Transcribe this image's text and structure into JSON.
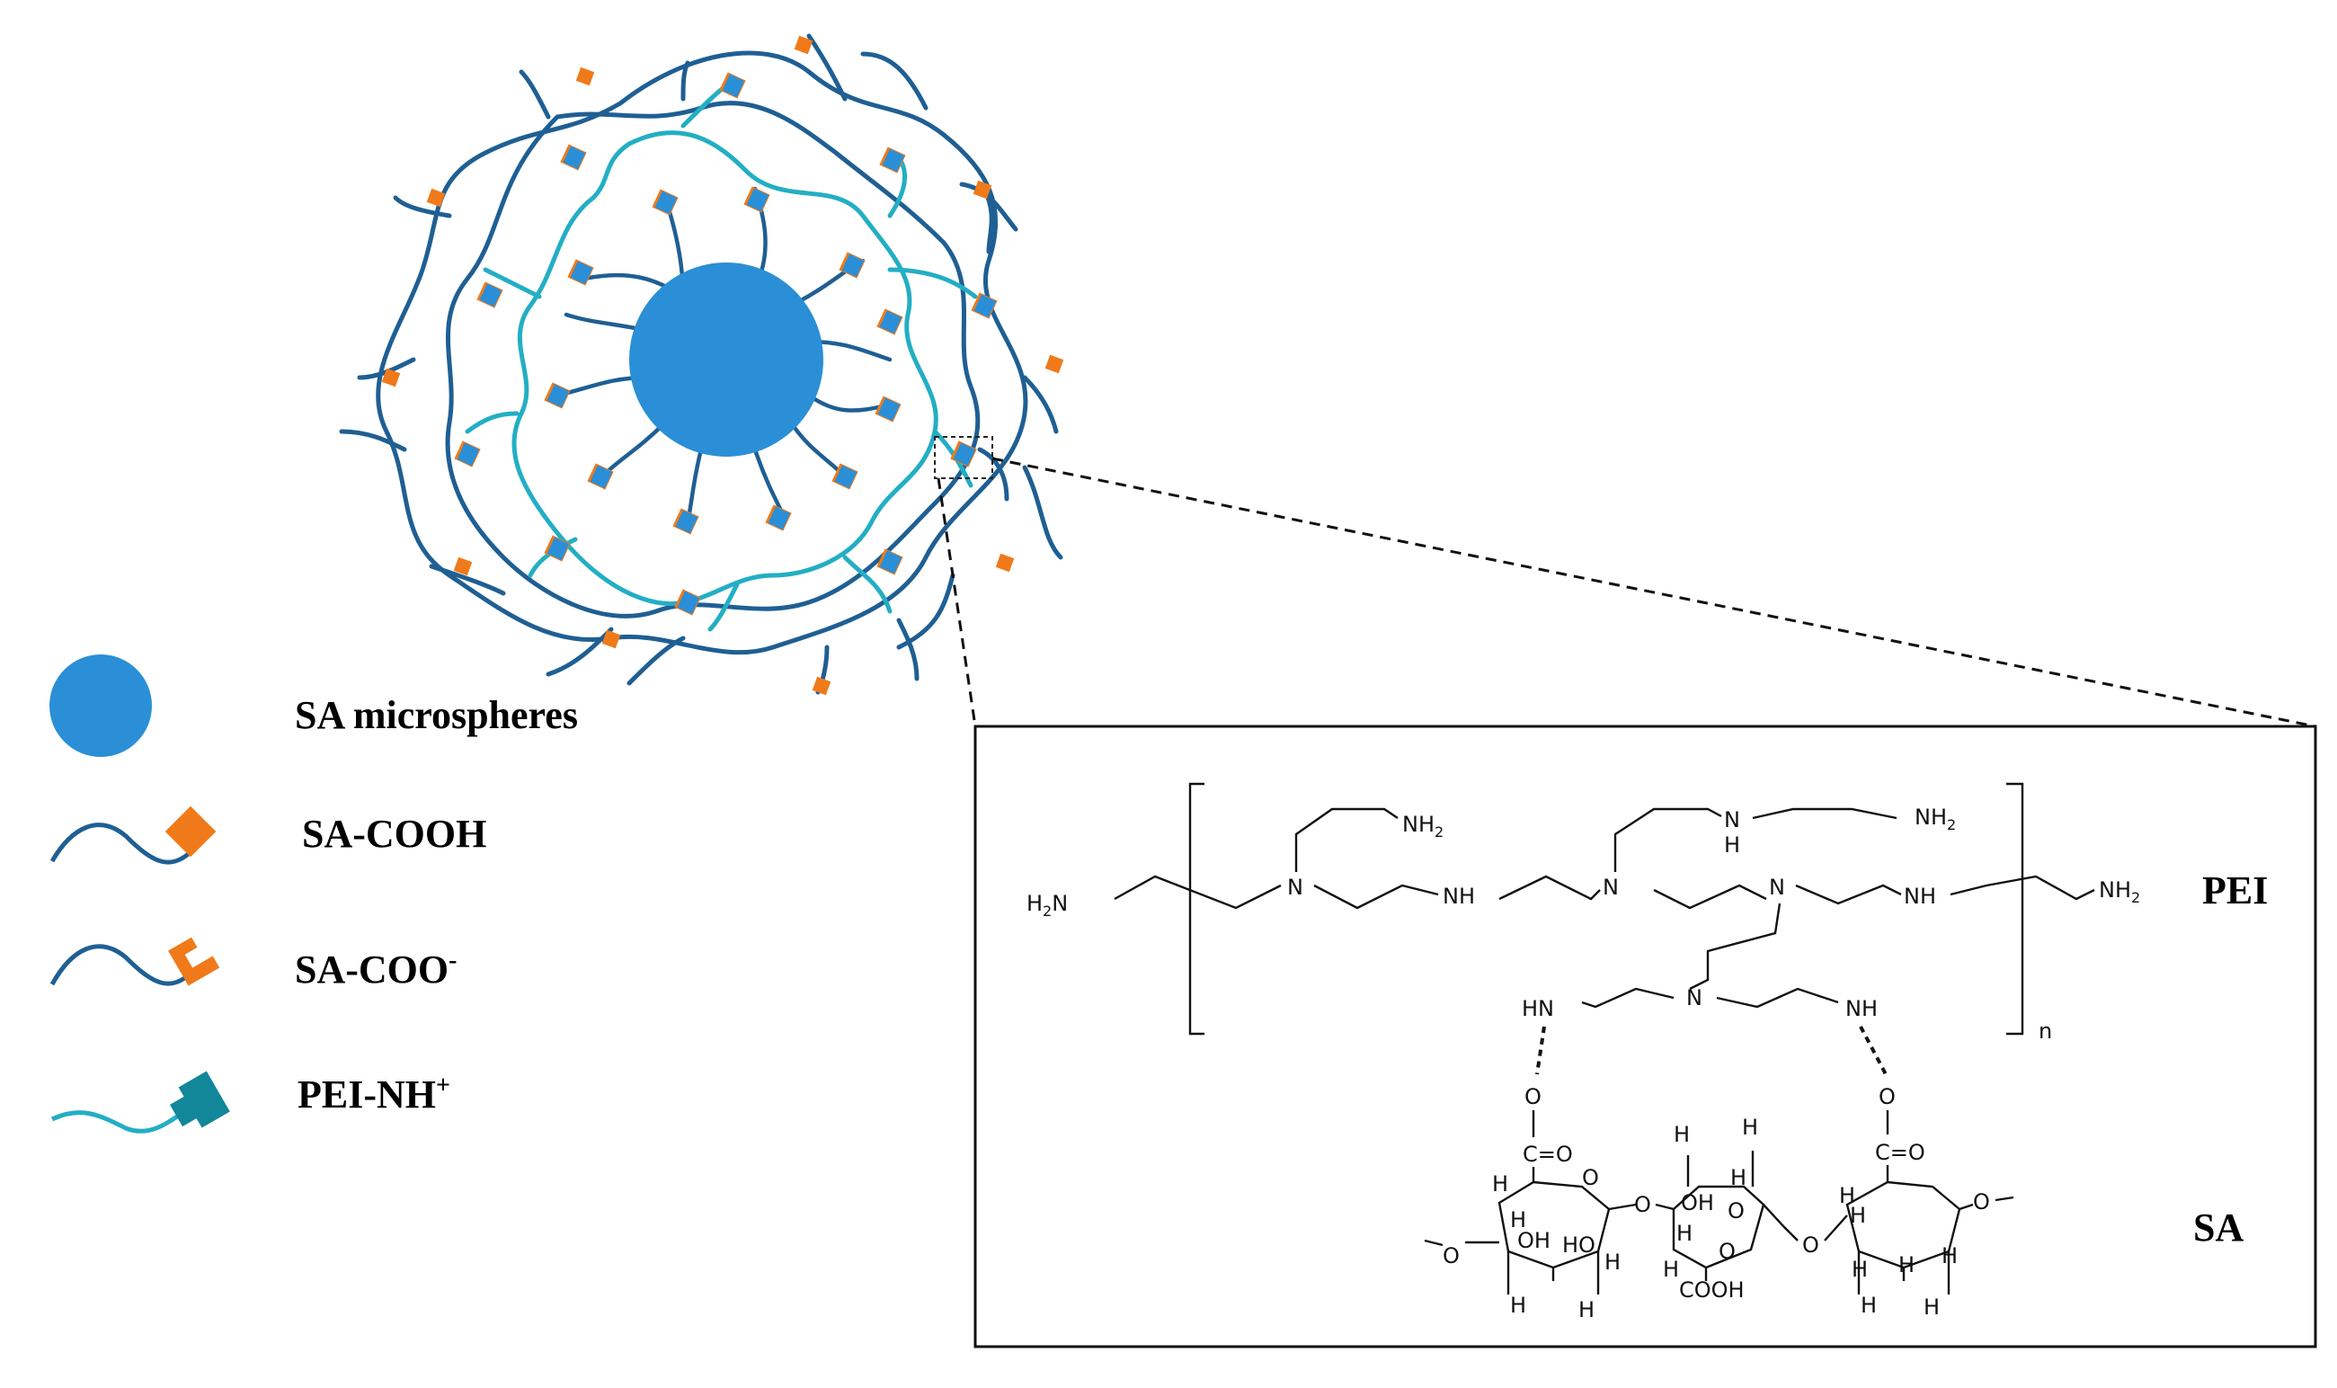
{
  "legend": {
    "items": [
      {
        "label": "SA microspheres",
        "icon": "blue-circle-icon"
      },
      {
        "label": "SA-COOH",
        "icon": "wavy-line-orange-diamond-icon"
      },
      {
        "label": "SA-COO",
        "sup": "-",
        "icon": "wavy-line-orange-hook-icon"
      },
      {
        "label": "PEI-NH",
        "sup": "+",
        "icon": "cyan-line-teal-node-icon"
      }
    ]
  },
  "structure": {
    "pei_label": "PEI",
    "sa_label": "SA",
    "repeat_index": "n",
    "pei_groups": {
      "h2n": "H2N",
      "nh2_a": "NH2",
      "nh2_b": "NH2",
      "nh2_c": "NH2",
      "n1": "N",
      "nh1": "NH",
      "n2": "N",
      "nh_top": "N",
      "nh_top_h": "H",
      "n3": "N",
      "nh2": "NH",
      "n4": "N",
      "hn_left": "HN",
      "nh_right": "NH"
    },
    "sa_groups": {
      "o_left": "O",
      "co_left": "C=O",
      "o_right": "O",
      "co_right": "C=O",
      "oh1": "OH",
      "ho1": "HO",
      "oh2": "OH",
      "cooh": "COOH",
      "ring_o1": "O",
      "ring_o2": "O",
      "ring_o3": "O",
      "link_o1": "O",
      "link_o2": "O",
      "end_o_left": "O",
      "end_o_right": "O",
      "h": "H"
    }
  },
  "colors": {
    "microsphere": "#2a8fd6",
    "sa_chain": "#1f5f93",
    "pei_chain": "#23aec4",
    "cooh_marker": "#f07a1a",
    "nh_marker": "#2a8fd6",
    "legend_teal": "#12879a"
  }
}
